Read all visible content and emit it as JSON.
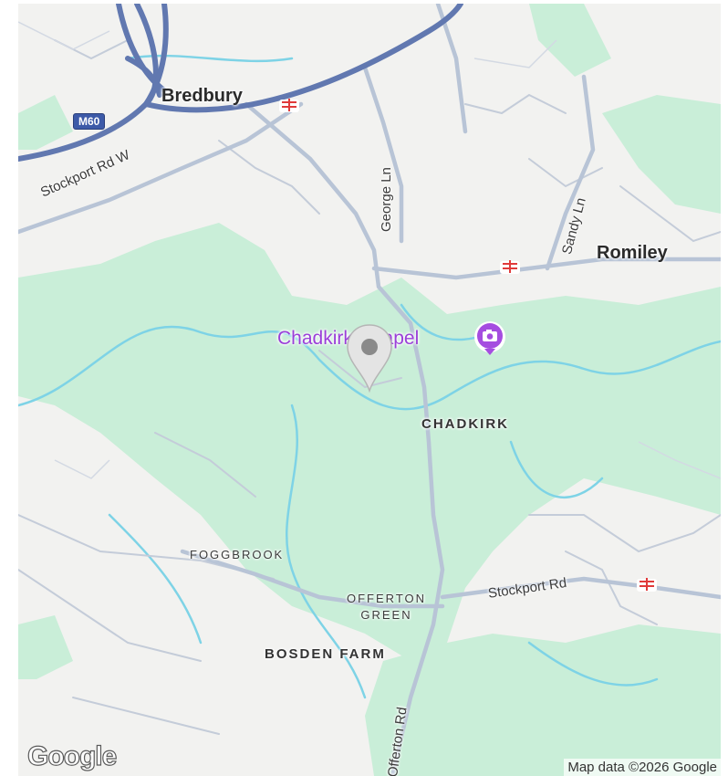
{
  "labels": {
    "bredbury": "Bredbury",
    "romiley": "Romiley",
    "chadkirk": "CHADKIRK",
    "foggbrook": "FOGGBROOK",
    "offerton_green_line1": "OFFERTON",
    "offerton_green_line2": "GREEN",
    "bosden_farm": "BOSDEN FARM",
    "stockport_rd_w": "Stockport Rd W",
    "george_ln": "George Ln",
    "sandy_ln": "Sandy Ln",
    "stockport_rd": "Stockport Rd",
    "offerton_rd": "Offerton Rd",
    "motorway_shield": "M60"
  },
  "poi": {
    "name": "Chadkirk Chapel",
    "icon": "camera-icon"
  },
  "marker": {
    "icon": "location-pin-icon"
  },
  "footer": {
    "logo": "Google",
    "attribution": "Map data ©2026 Google"
  },
  "colors": {
    "park": "#c9eed8",
    "water": "#7ed3e6",
    "motorway": "#6178b0",
    "road": "#b8c4d6",
    "poi": "#9a3fd8",
    "rail": "#e03a3a"
  }
}
